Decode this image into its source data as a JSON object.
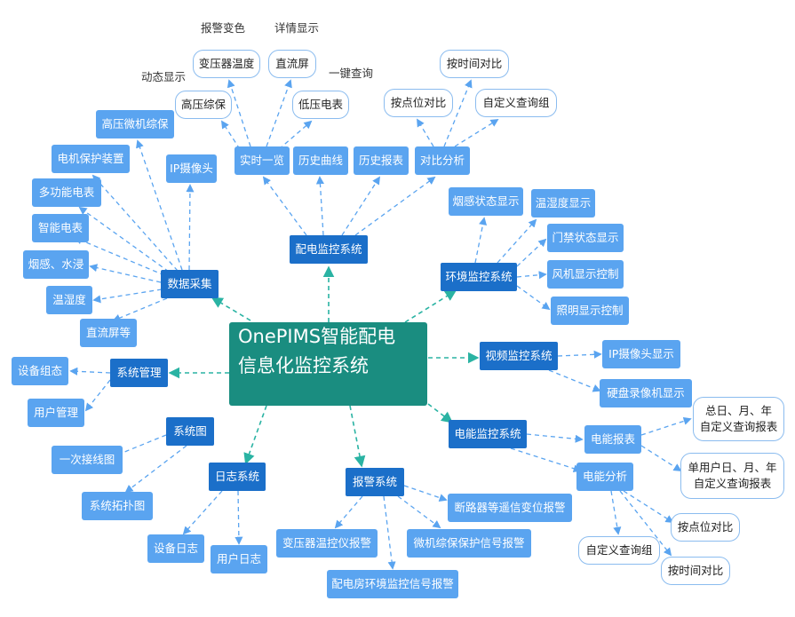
{
  "center": {
    "line1": "OnePIMS智能配电",
    "line2": "信息化监控系统"
  },
  "modules": {
    "power_monitor": "配电监控系统",
    "data_collect": "数据采集",
    "env_monitor": "环境监控系统",
    "video_monitor": "视频监控系统",
    "system_mgmt": "系统管理",
    "energy_monitor": "电能监控系统",
    "system_diagram": "系统图",
    "log_system": "日志系统",
    "alarm_system": "报警系统"
  },
  "power_monitor": {
    "realtime": "实时一览",
    "history_curve": "历史曲线",
    "history_report": "历史报表",
    "compare": "对比分析",
    "realtime_items": {
      "transformer_temp": "变压器温度",
      "dc_screen": "直流屏",
      "hv_protection": "高压综保",
      "lv_meter": "低压电表"
    },
    "compare_items": {
      "by_point": "按点位对比",
      "by_time": "按时间对比",
      "custom_group": "自定义查询组"
    }
  },
  "annotations": {
    "alarm_color": "报警变色",
    "detail_display": "详情显示",
    "dynamic_display": "动态显示",
    "one_click_query": "一键查询"
  },
  "data_collect": {
    "hv_protection": "高压微机综保",
    "motor_protection": "电机保护装置",
    "multi_meter": "多功能电表",
    "smart_meter": "智能电表",
    "smoke_water": "烟感、水浸",
    "temp_humidity": "温湿度",
    "dc_screen": "直流屏等",
    "ip_camera": "IP摄像头"
  },
  "env_monitor": {
    "smoke_status": "烟感状态显示",
    "temp_humidity": "温湿度显示",
    "door_status": "门禁状态显示",
    "fan_control": "风机显示控制",
    "light_control": "照明显示控制"
  },
  "video_monitor": {
    "ip_camera": "IP摄像头显示",
    "disk_recorder": "硬盘录像机显示"
  },
  "system_mgmt": {
    "device_config": "设备组态",
    "user_mgmt": "用户管理"
  },
  "system_diagram": {
    "single_line": "一次接线图",
    "topology": "系统拓扑图"
  },
  "log_system": {
    "device_log": "设备日志",
    "user_log": "用户日志"
  },
  "alarm_system": {
    "breaker_alarm": "断路器等遥信变位报警",
    "microprocessor_alarm": "微机综保保护信号报警",
    "transformer_alarm": "变压器温控仪报警",
    "room_env_alarm": "配电房环境监控信号报警"
  },
  "energy_monitor": {
    "energy_report": "电能报表",
    "energy_analysis": "电能分析",
    "report_total": {
      "line1": "总日、月、年",
      "line2": "自定义查询报表"
    },
    "report_single": {
      "line1": "单用户日、月、年",
      "line2": "自定义查询报表"
    },
    "analysis_items": {
      "by_point": "按点位对比",
      "custom_group": "自定义查询组",
      "by_time": "按时间对比"
    }
  },
  "colors": {
    "module": "#1b6fc9",
    "sub": "#5aa4f0",
    "leaf_border": "#8bbcef",
    "center": "#1a8d80",
    "center_arrow": "#2ab3a3",
    "edge": "#5aa4f0"
  }
}
